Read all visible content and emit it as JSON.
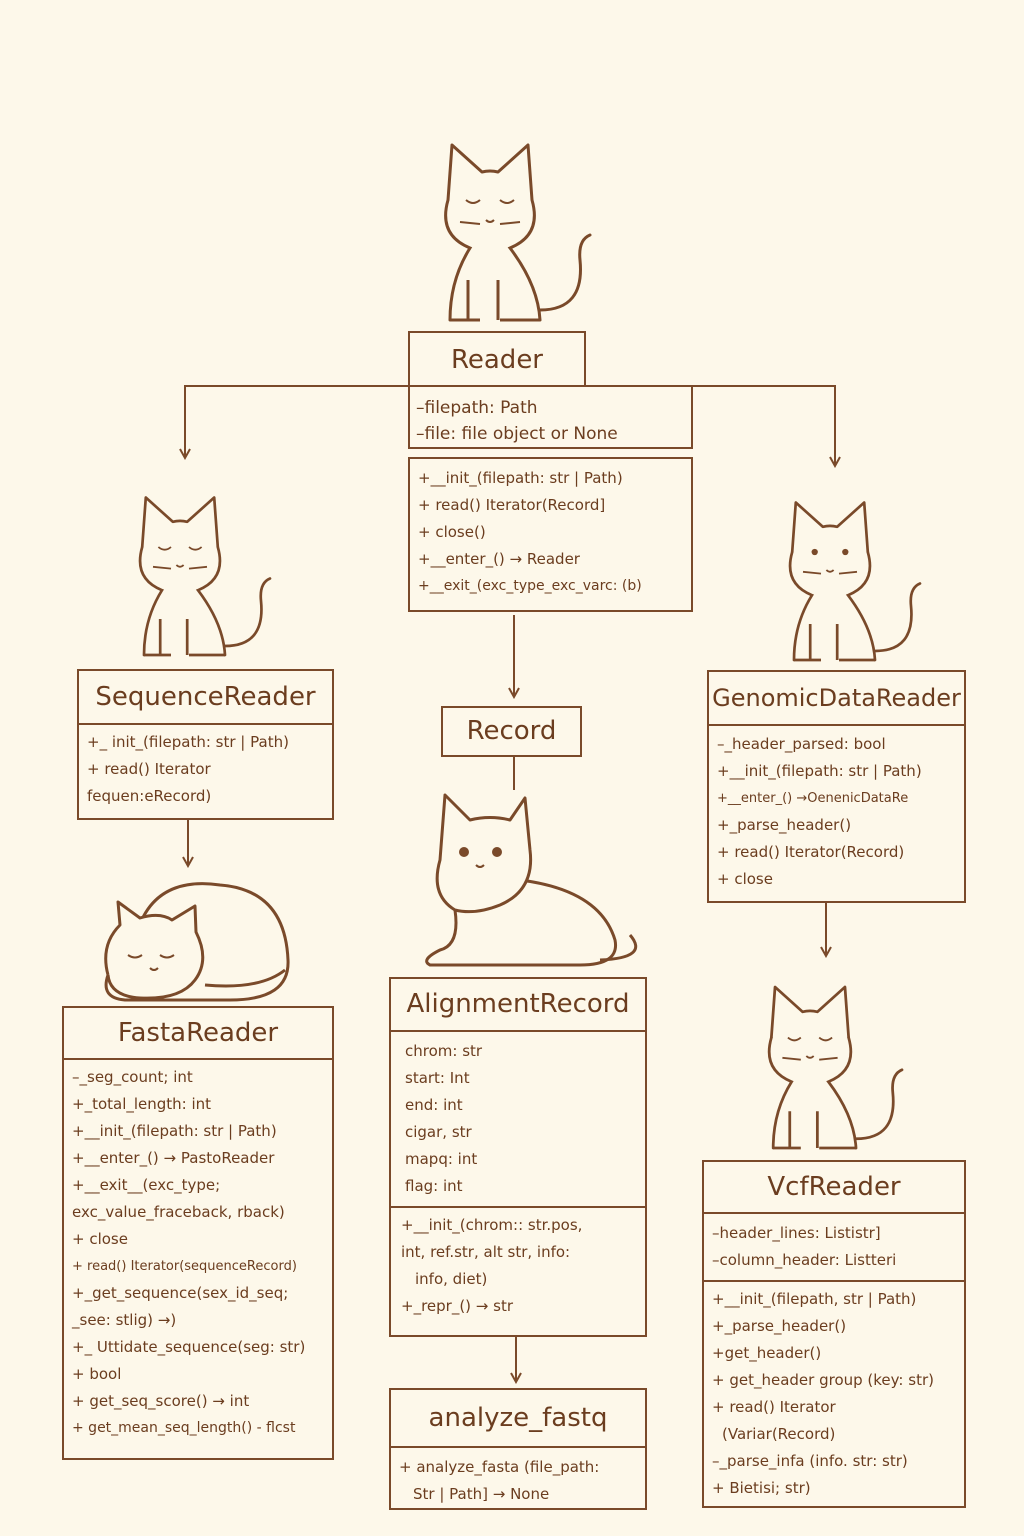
{
  "colors": {
    "ink": "#7a4a2a",
    "paper": "#fdf8ea"
  },
  "classes": {
    "reader": {
      "name": "Reader",
      "attributes": [
        "–filepath: Path",
        "–file: file object or None"
      ],
      "methods": [
        "+__init_(filepath: str | Path)",
        "+ read()  Iterator(Record]",
        "+ close()",
        "+__enter_() → Reader",
        "+__exit_(exc_type_exc_varc: (b)"
      ]
    },
    "sequence_reader": {
      "name": "SequenceReader",
      "methods": [
        "+_ init_(filepath: str | Path)",
        "+ read()  Iterator",
        "fequen:eRecord)"
      ]
    },
    "record": {
      "name": "Record"
    },
    "genomic_data_reader": {
      "name": "GenomicDataReader",
      "methods": [
        "–_header_parsed: bool",
        "+__init_(filepath: str | Path)",
        "+__enter_() →OenenicDataRe",
        "+_parse_header()",
        "+ read()  Iterator(Record)",
        "+ close"
      ]
    },
    "fasta_reader": {
      "name": "FastaReader",
      "attributes": [
        "–_seg_count; int",
        "+_total_length: int",
        "+__init_(filepath: str | Path)",
        "+__enter_() → PastoReader",
        "+__exit__(exc_type;",
        "exc_value_fraceback, rback)",
        "+ close",
        "+ read() Iterator(sequenceRecord)",
        "+_get_sequence(sex_id_seq;",
        "_see: stlig) →)",
        "+_ Uttidate_sequence(seg: str)",
        "+ bool",
        "+ get_seq_score() → int",
        "+ get_mean_seq_length() - flcst"
      ]
    },
    "alignment_record": {
      "name": "AlignmentRecord",
      "attributes": [
        "chrom: str",
        "start: Int",
        "end: int",
        "cigar, str",
        "mapq: int",
        "flag: int"
      ],
      "methods": [
        "+__init_(chrom:: str.pos,",
        "int, ref.str, alt str, info:",
        "info, diet)",
        "+_repr_() → str"
      ]
    },
    "analyze_fastq": {
      "name": "analyze_fastq",
      "methods": [
        "+ analyze_fasta (file_path:",
        "Str | Path] → None"
      ]
    },
    "vcf_reader": {
      "name": "VcfReader",
      "attributes": [
        "–header_lines: Lististr]",
        "–column_header: Listteri"
      ],
      "methods": [
        "+__init_(filepath, str | Path)",
        "+_parse_header()",
        "+get_header()",
        "+ get_header group (key: str)",
        "+ read()  Iterator",
        "(Variar(Record)",
        "–_parse_infa (info. str: str)",
        "+ Bietisi; str)"
      ]
    }
  },
  "cats": [
    {
      "above": "Reader",
      "pose": "sitting",
      "eyes": "closed"
    },
    {
      "above": "SequenceReader",
      "pose": "sitting",
      "eyes": "closed"
    },
    {
      "above": "GenomicDataReader",
      "pose": "sitting",
      "eyes": "open"
    },
    {
      "above": "FastaReader",
      "pose": "curled",
      "eyes": "closed"
    },
    {
      "above": "AlignmentRecord",
      "pose": "lying",
      "eyes": "open"
    },
    {
      "above": "VcfReader",
      "pose": "sitting",
      "eyes": "closed"
    }
  ]
}
